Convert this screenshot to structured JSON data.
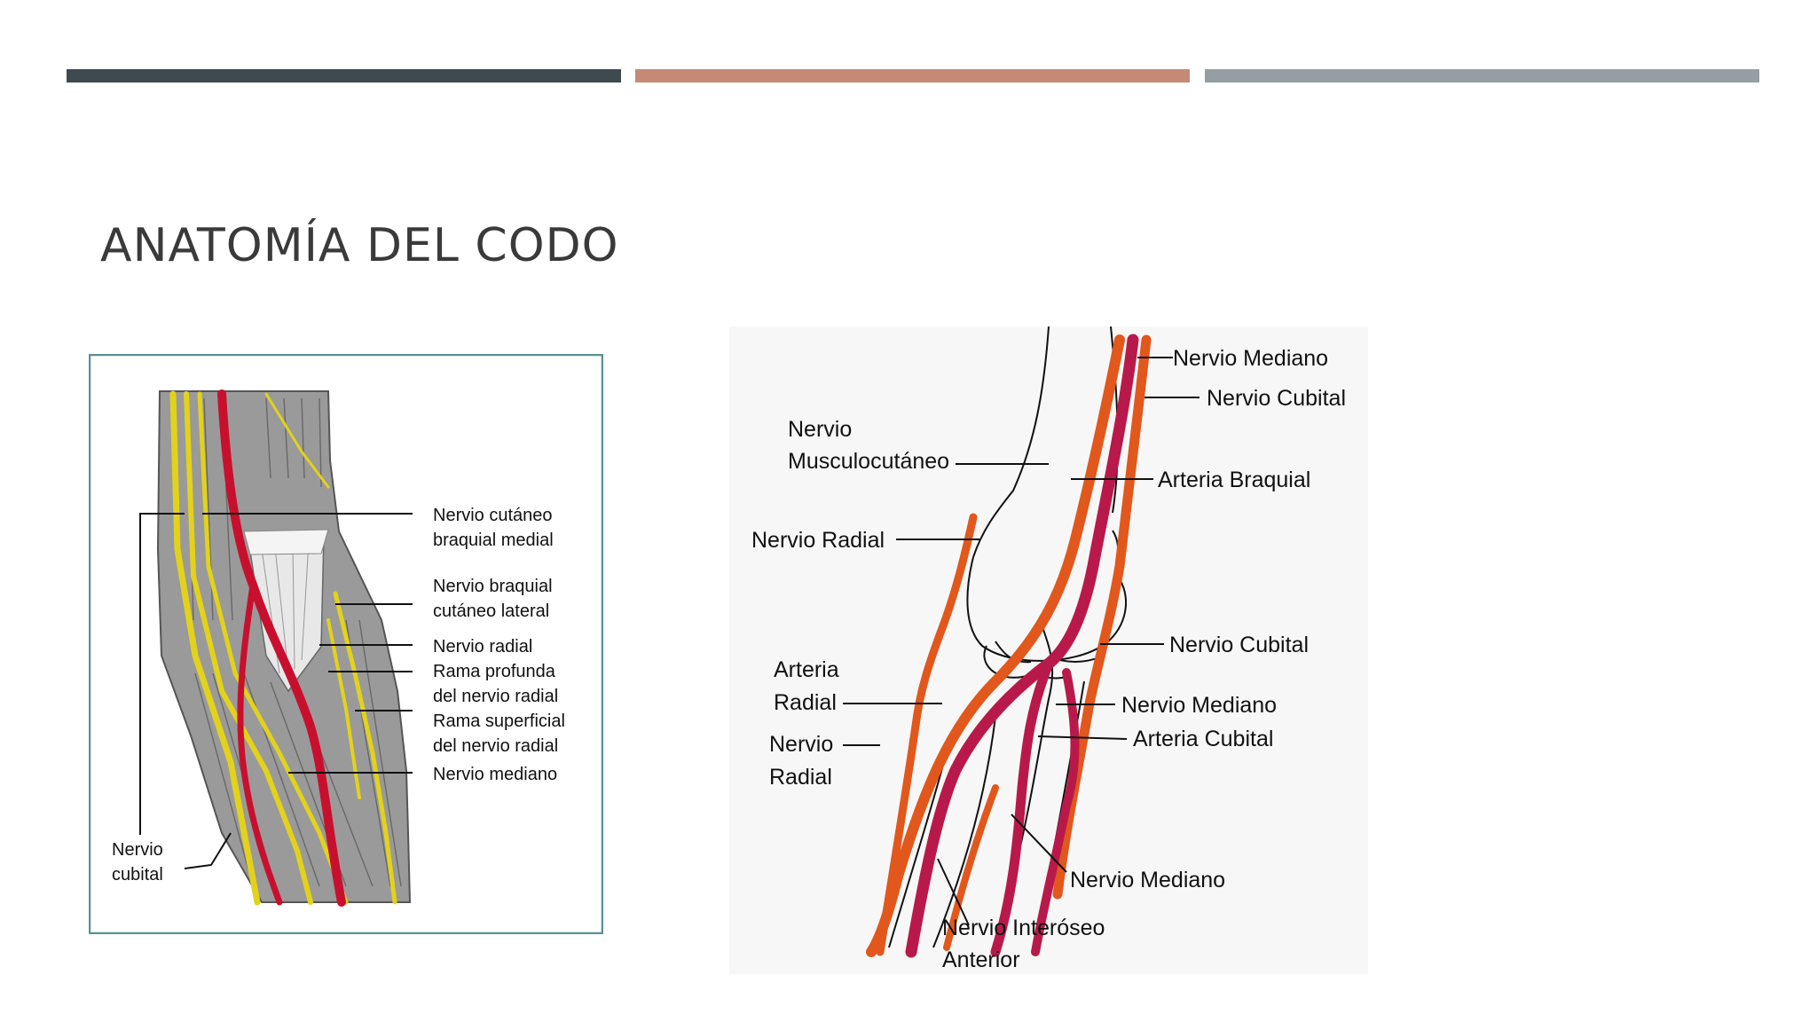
{
  "header_bars": {
    "colors": [
      "#3e4a4f",
      "#c48a75",
      "#949ea3"
    ]
  },
  "slide": {
    "title": "ANATOMÍA DEL CODO"
  },
  "figure_left": {
    "border_color": "#5a9196",
    "labels": {
      "cut_braq_medial_1": "Nervio cutáneo",
      "cut_braq_medial_2": "braquial medial",
      "braq_cut_lateral_1": "Nervio braquial",
      "braq_cut_lateral_2": "cutáneo lateral",
      "radial": "Nervio radial",
      "rama_prof_1": "Rama profunda",
      "rama_prof_2": "del nervio radial",
      "rama_sup_1": "Rama superficial",
      "rama_sup_2": "del nervio radial",
      "mediano": "Nervio mediano",
      "cubital_1": "Nervio",
      "cubital_2": "cubital"
    }
  },
  "figure_right": {
    "labels": {
      "mediano_top": "Nervio Mediano",
      "cubital_top": "Nervio Cubital",
      "musculo_1": "Nervio",
      "musculo_2": "Musculocutáneo",
      "arteria_braquial": "Arteria Braquial",
      "radial_top": "Nervio Radial",
      "cubital_mid": "Nervio Cubital",
      "arteria_radial_1": "Arteria",
      "arteria_radial_2": "Radial",
      "mediano_mid": "Nervio Mediano",
      "arteria_cubital": "Arteria Cubital",
      "radial_low_1": "Nervio",
      "radial_low_2": "Radial",
      "mediano_low": "Nervio Mediano",
      "interoseo_1": "Nervio Interóseo",
      "interoseo_2": "Anterior"
    }
  },
  "colors": {
    "artery_red": "#c8102e",
    "nerve_yellow": "#e3d21a",
    "muscle_gray": "#8c8c8c",
    "vessel_orange": "#e2571c",
    "vessel_crimson": "#b9194a"
  }
}
